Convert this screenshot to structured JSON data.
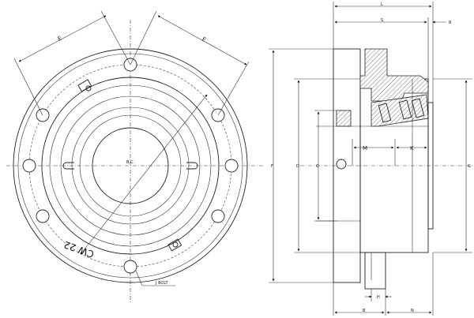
{
  "front_view": {
    "labels": {
      "e_left": "E",
      "e_right": "E",
      "bolt_circle": "B.C.",
      "stamp": "CW 22",
      "bolt_callout": "J BOLT"
    }
  },
  "side_view": {
    "labels": {
      "l": "L",
      "s": "S",
      "r": "R",
      "f": "F",
      "d": "D",
      "c": "C",
      "g": "G",
      "m": "M",
      "k": "K",
      "h": "H",
      "b": "B",
      "n": "N"
    }
  },
  "colors": {
    "line": "#222222",
    "hatch": "#555555",
    "background": "#ffffff"
  }
}
